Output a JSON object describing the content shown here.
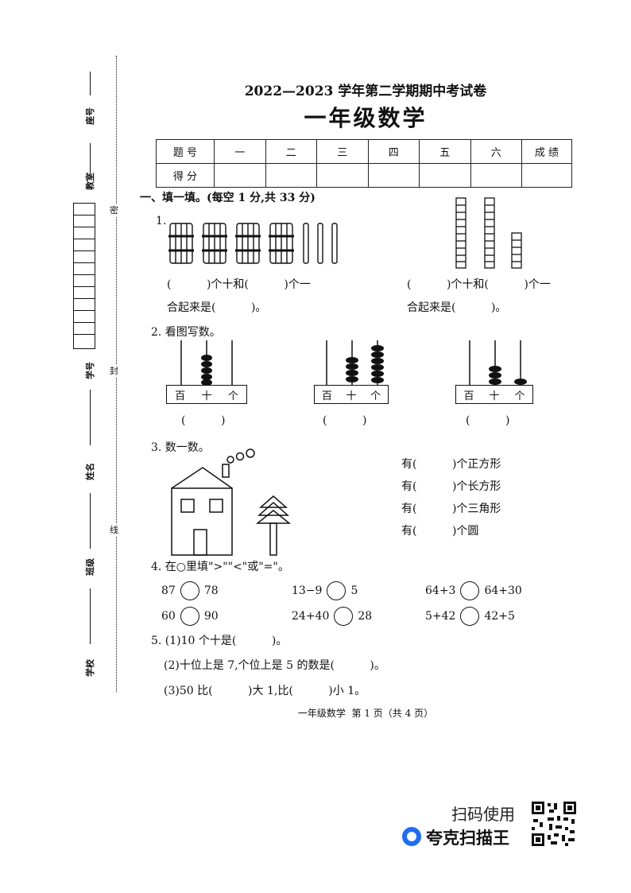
{
  "header": {
    "title": "2022—2023 学年第二学期期中考试卷",
    "subtitle": "一年级数学"
  },
  "sidebar": {
    "seat": "座号",
    "room": "教室",
    "student_no": "学号",
    "name": "姓名",
    "class": "班级",
    "school": "学校",
    "cut_line": [
      "密",
      "封",
      "线"
    ]
  },
  "score_table": {
    "row1": [
      "题 号",
      "一",
      "二",
      "三",
      "四",
      "五",
      "六",
      "成 绩"
    ],
    "row2": [
      "得 分",
      "",
      "",
      "",
      "",
      "",
      "",
      ""
    ]
  },
  "section1": {
    "heading": "一、填一填。(每空 1 分,共 33 分)",
    "q1": {
      "num": "1.",
      "left_line1": "(          )个十和(          )个一",
      "left_line2": "合起来是(          )。",
      "right_line1": "(          )个十和(          )个一",
      "right_line2": "合起来是(          )。"
    },
    "q2": {
      "heading": "2. 看图写数。",
      "labels": [
        "百",
        "十",
        "个"
      ],
      "answer": "(          )"
    },
    "q3": {
      "heading": "3. 数一数。",
      "items": [
        "有(          )个正方形",
        "有(          )个长方形",
        "有(          )个三角形",
        "有(          )个圆"
      ]
    },
    "q4": {
      "heading": "4. 在○里填\">\"\"<\"或\"=\"。",
      "rows": [
        [
          {
            "l": "87",
            "r": "78"
          },
          {
            "l": "13−9",
            "r": "5"
          },
          {
            "l": "64+3",
            "r": "64+30"
          }
        ],
        [
          {
            "l": "60",
            "r": "90"
          },
          {
            "l": "24+40",
            "r": "28"
          },
          {
            "l": "5+42",
            "r": "42+5"
          }
        ]
      ]
    },
    "q5": {
      "p1": "5. (1)10 个十是(          )。",
      "p2": "(2)十位上是 7,个位上是 5 的数是(          )。",
      "p3": "(3)50 比(          )大 1,比(          )小 1。"
    }
  },
  "footer": {
    "page": "一年级数学  第 1 页（共 4 页）",
    "scan": "扫码使用",
    "brand": "夸克扫描王"
  }
}
